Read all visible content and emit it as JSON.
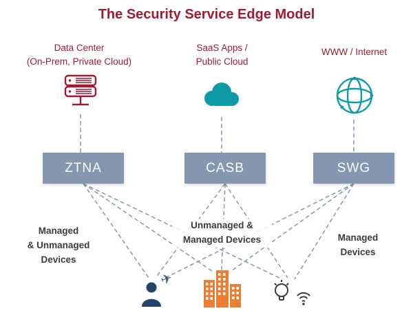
{
  "title": "The Security Service Edge Model",
  "colors": {
    "maroon": "#9E1B32",
    "teal": "#0E9AA7",
    "box_blue_gray": "#8496B0",
    "orange": "#ED7D31",
    "navy": "#26436B",
    "dark_text": "#3B3B3B"
  },
  "columns": [
    {
      "source_label": "Data Center\n(On-Prem, Private Cloud)",
      "icon": "server-icon",
      "service": "ZTNA"
    },
    {
      "source_label": "SaaS Apps /\nPublic Cloud",
      "icon": "cloud-icon",
      "service": "CASB"
    },
    {
      "source_label": "WWW / Internet",
      "icon": "globe-icon",
      "service": "SWG"
    }
  ],
  "device_labels": {
    "left": "Managed\n& Unmanaged\nDevices",
    "center": "Unmanaged &\nManaged Devices",
    "right": "Managed\nDevices"
  },
  "bottom_icons": [
    "person-icon",
    "airplane-icon",
    "buildings-icon",
    "lightbulb-icon",
    "wifi-icon"
  ],
  "glyphs": {
    "airplane": "✈"
  }
}
